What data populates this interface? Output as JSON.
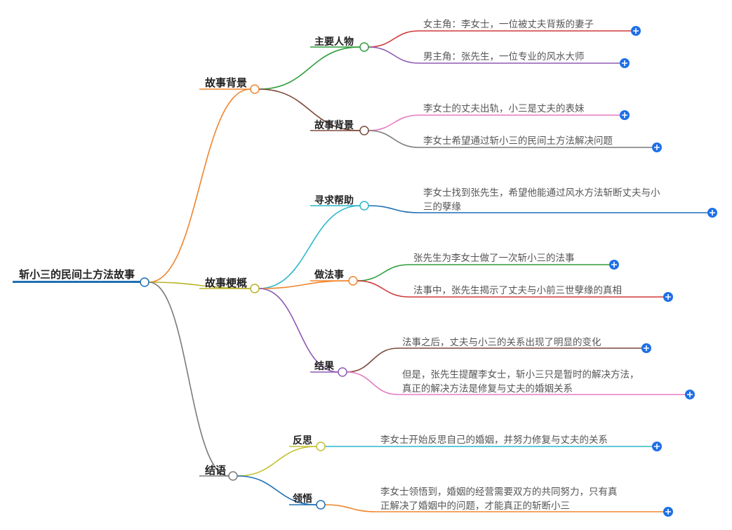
{
  "root": {
    "label": "斩小三的民间土方法故事"
  },
  "colors": {
    "root_underline": "#1f6fb2",
    "story_background": "#f0852d",
    "story_outline": "#b8b32a",
    "ending": "#7a7a7a",
    "main_characters": "#2e9e3a",
    "background_sub": "#7b4a3a",
    "seek_help": "#2bb7c9",
    "ritual": "#f0852d",
    "result": "#8e5bb3",
    "reflect": "#c4c02e",
    "realize": "#1f6fb2",
    "expand_button": "#1e6fe8"
  },
  "branches": [
    {
      "label": "故事背景",
      "children": [
        {
          "label": "主要人物",
          "leaves": [
            "女主角：李女士，一位被丈夫背叛的妻子",
            "男主角：张先生，一位专业的风水大师"
          ]
        },
        {
          "label": "故事背景",
          "leaves": [
            "李女士的丈夫出轨，小三是丈夫的表妹",
            "李女士希望通过斩小三的民间土方法解决问题"
          ]
        }
      ]
    },
    {
      "label": "故事梗概",
      "children": [
        {
          "label": "寻求帮助",
          "leaves": [
            [
              "李女士找到张先生，希望他能通过风水方法斩断丈夫与小",
              "三的孽缘"
            ]
          ]
        },
        {
          "label": "做法事",
          "leaves": [
            "张先生为李女士做了一次斩小三的法事",
            "法事中，张先生揭示了丈夫与小前三世孽缘的真相"
          ]
        },
        {
          "label": "结果",
          "leaves": [
            "法事之后，丈夫与小三的关系出现了明显的变化",
            [
              "但是，张先生提醒李女士，斩小三只是暂时的解决方法，",
              "真正的解决方法是修复与丈夫的婚姻关系"
            ]
          ]
        }
      ]
    },
    {
      "label": "结语",
      "children": [
        {
          "label": "反思",
          "leaves": [
            "李女士开始反思自己的婚姻，并努力修复与丈夫的关系"
          ]
        },
        {
          "label": "领悟",
          "leaves": [
            [
              "李女士领悟到，婚姻的经营需要双方的共同努力，只有真",
              "正解决了婚姻中的问题，才能真正的斩断小三"
            ]
          ]
        }
      ]
    }
  ]
}
